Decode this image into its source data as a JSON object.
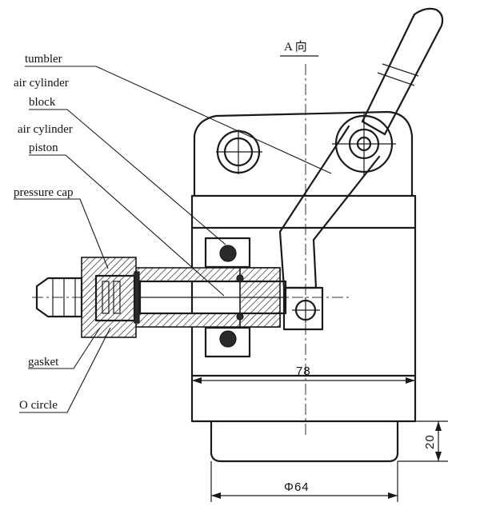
{
  "labels": {
    "tumbler": "tumbler",
    "air_cylinder_block_1": "air cylinder",
    "air_cylinder_block_2": "block",
    "air_cylinder_piston_1": "air cylinder",
    "air_cylinder_piston_2": "piston",
    "pressure_cap": "pressure cap",
    "gasket": "gasket",
    "o_circle": "O circle"
  },
  "dimensions": {
    "width": "78",
    "height": "20",
    "diameter": "Φ64"
  },
  "top_note": "A 向"
}
